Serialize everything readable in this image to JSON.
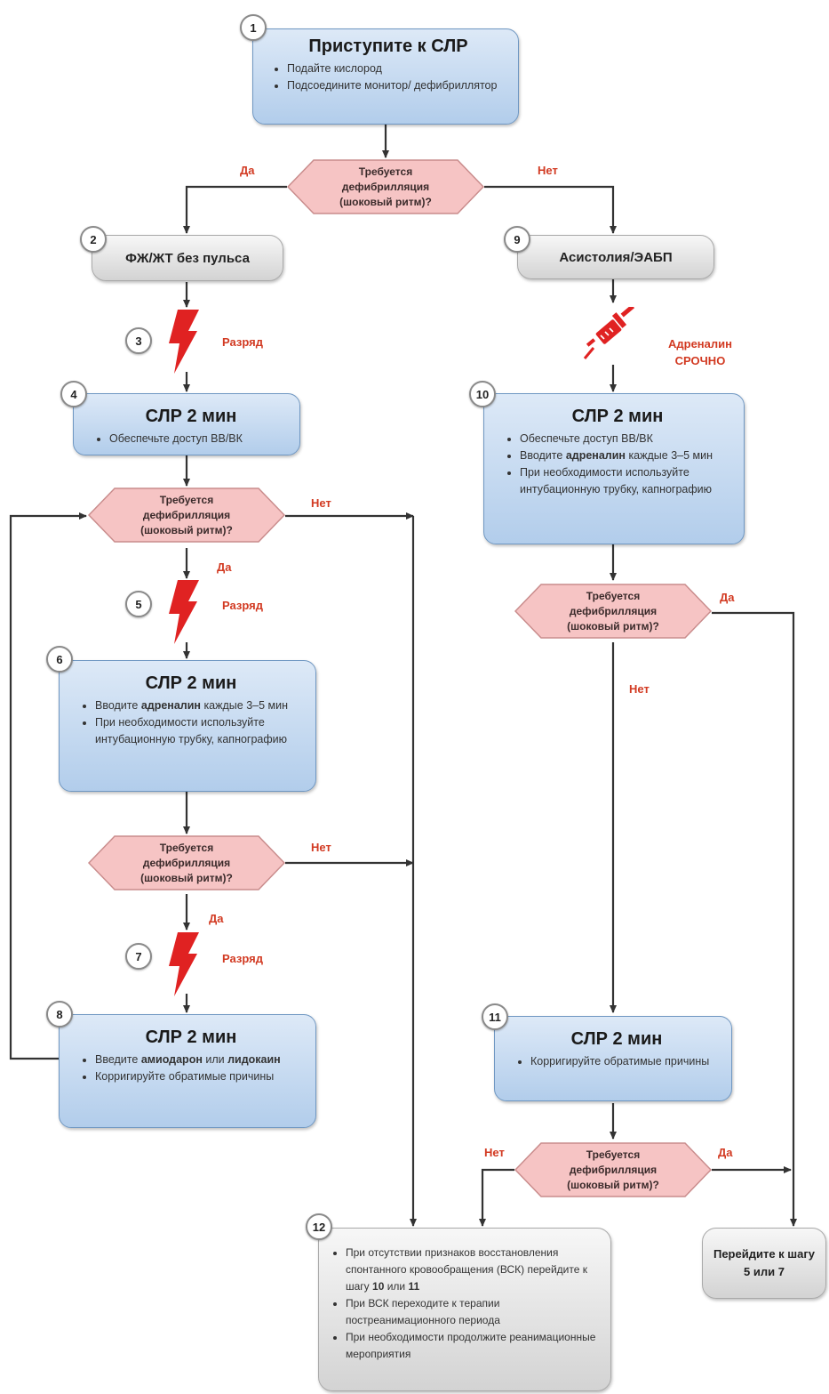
{
  "decision": {
    "line1": "Требуется",
    "line2": "дефибрилляция",
    "line3": "(шоковый ритм)?"
  },
  "labels": {
    "yes": "Да",
    "no": "Нет",
    "shock": "Разряд",
    "epi_line1": "Адреналин",
    "epi_line2": "СРОЧНО"
  },
  "steps": {
    "s1": {
      "num": "1",
      "title": "Приступите к СЛР",
      "bullets": [
        "Подайте кислород",
        "Подсоедините монитор/ дефибриллятор"
      ]
    },
    "s2": {
      "num": "2",
      "text": "ФЖ/ЖТ без пульса"
    },
    "s3": {
      "num": "3"
    },
    "s4": {
      "num": "4",
      "title": "СЛР 2 мин",
      "bullets": [
        "Обеспечьте доступ ВВ/ВК"
      ]
    },
    "s5": {
      "num": "5"
    },
    "s6": {
      "num": "6",
      "title": "СЛР 2 мин",
      "b1_pre": "Вводите ",
      "b1_bold": "адреналин",
      "b1_post": " каждые 3–5 мин",
      "b2": "При необходимости используйте интубационную трубку, капнографию"
    },
    "s7": {
      "num": "7"
    },
    "s8": {
      "num": "8",
      "title": "СЛР 2 мин",
      "b1_pre": "Введите ",
      "b1_bold": "амиодарон",
      "b1_mid": " или ",
      "b1_bold2": "лидокаин",
      "b2": "Корригируйте обратимые причины"
    },
    "s9": {
      "num": "9",
      "text": "Асистолия/ЭАБП"
    },
    "s10": {
      "num": "10",
      "title": "СЛР 2 мин",
      "b1": "Обеспечьте доступ ВВ/ВК",
      "b2_pre": "Вводите ",
      "b2_bold": "адреналин",
      "b2_post": " каждые 3–5 мин",
      "b3": "При необходимости используйте интубационную трубку, капнографию"
    },
    "s11": {
      "num": "11",
      "title": "СЛР 2 мин",
      "b1": "Корригируйте обратимые причины"
    },
    "s12": {
      "num": "12",
      "b1_pre": "При отсутствии признаков восстановления спонтанного кровообращения (ВСК) перейдите к шагу ",
      "b1_bold": "10",
      "b1_mid": " или ",
      "b1_bold2": "11",
      "b2": "При ВСК переходите к терапии постреанимационного периода",
      "b3": "При необходимости продолжите реанимационные мероприятия"
    },
    "goto": {
      "text": "Перейдите к шагу 5 или 7"
    }
  },
  "colors": {
    "shock_red": "#e02222",
    "label_red": "#d23a22",
    "box_blue": "#b2cdeb",
    "decision_pink": "#f6c4c4"
  }
}
